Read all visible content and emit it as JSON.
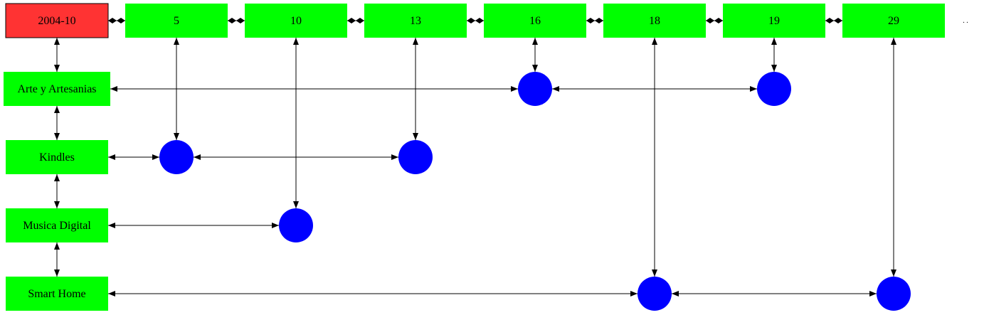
{
  "colors": {
    "header_fill": "#ff3333",
    "box_fill": "#00ff00",
    "dot_fill": "#0000ff",
    "edge": "#000000"
  },
  "header": {
    "label": "2004-10"
  },
  "columns": [
    {
      "label": "5"
    },
    {
      "label": "10"
    },
    {
      "label": "13"
    },
    {
      "label": "16"
    },
    {
      "label": "18"
    },
    {
      "label": "19"
    },
    {
      "label": "29"
    }
  ],
  "rows": [
    {
      "label": "Arte y Artesanias"
    },
    {
      "label": "Kindles"
    },
    {
      "label": "Musica Digital"
    },
    {
      "label": "Smart Home"
    }
  ],
  "dots": [
    {
      "row": 0,
      "col": 3
    },
    {
      "row": 0,
      "col": 5
    },
    {
      "row": 1,
      "col": 0
    },
    {
      "row": 1,
      "col": 2
    },
    {
      "row": 2,
      "col": 1
    },
    {
      "row": 3,
      "col": 4
    },
    {
      "row": 3,
      "col": 6
    }
  ],
  "trailing_mark": ". ."
}
